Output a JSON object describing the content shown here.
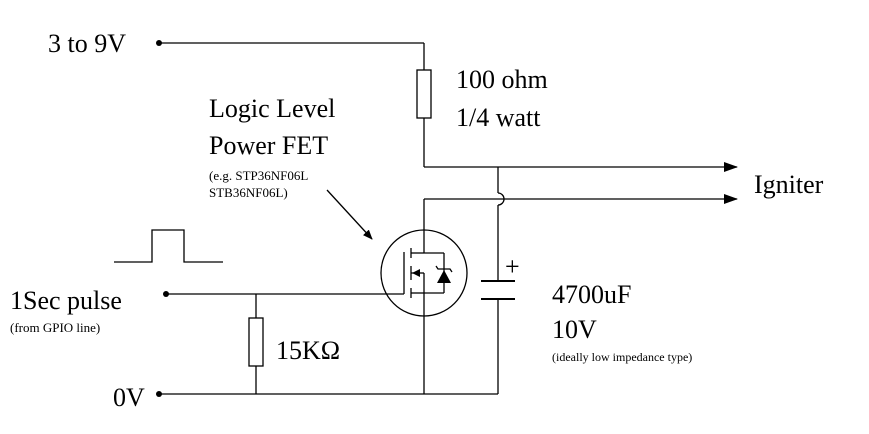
{
  "supply": {
    "label": "3 to 9V"
  },
  "resistor_100": {
    "line1": "100 ohm",
    "line2": "1/4 watt"
  },
  "fet": {
    "line1": "Logic Level",
    "line2": "Power FET",
    "example1": "(e.g. STP36NF06L",
    "example2": "STB36NF06L)"
  },
  "igniter": {
    "label": "Igniter"
  },
  "pulse": {
    "label": "1Sec pulse",
    "note": "(from GPIO line)"
  },
  "resistor_15k": {
    "label": "15KΩ"
  },
  "capacitor": {
    "polarity": "+",
    "value": "4700uF",
    "voltage": "10V",
    "note": "(ideally low impedance type)"
  },
  "ground": {
    "label": "0V"
  }
}
